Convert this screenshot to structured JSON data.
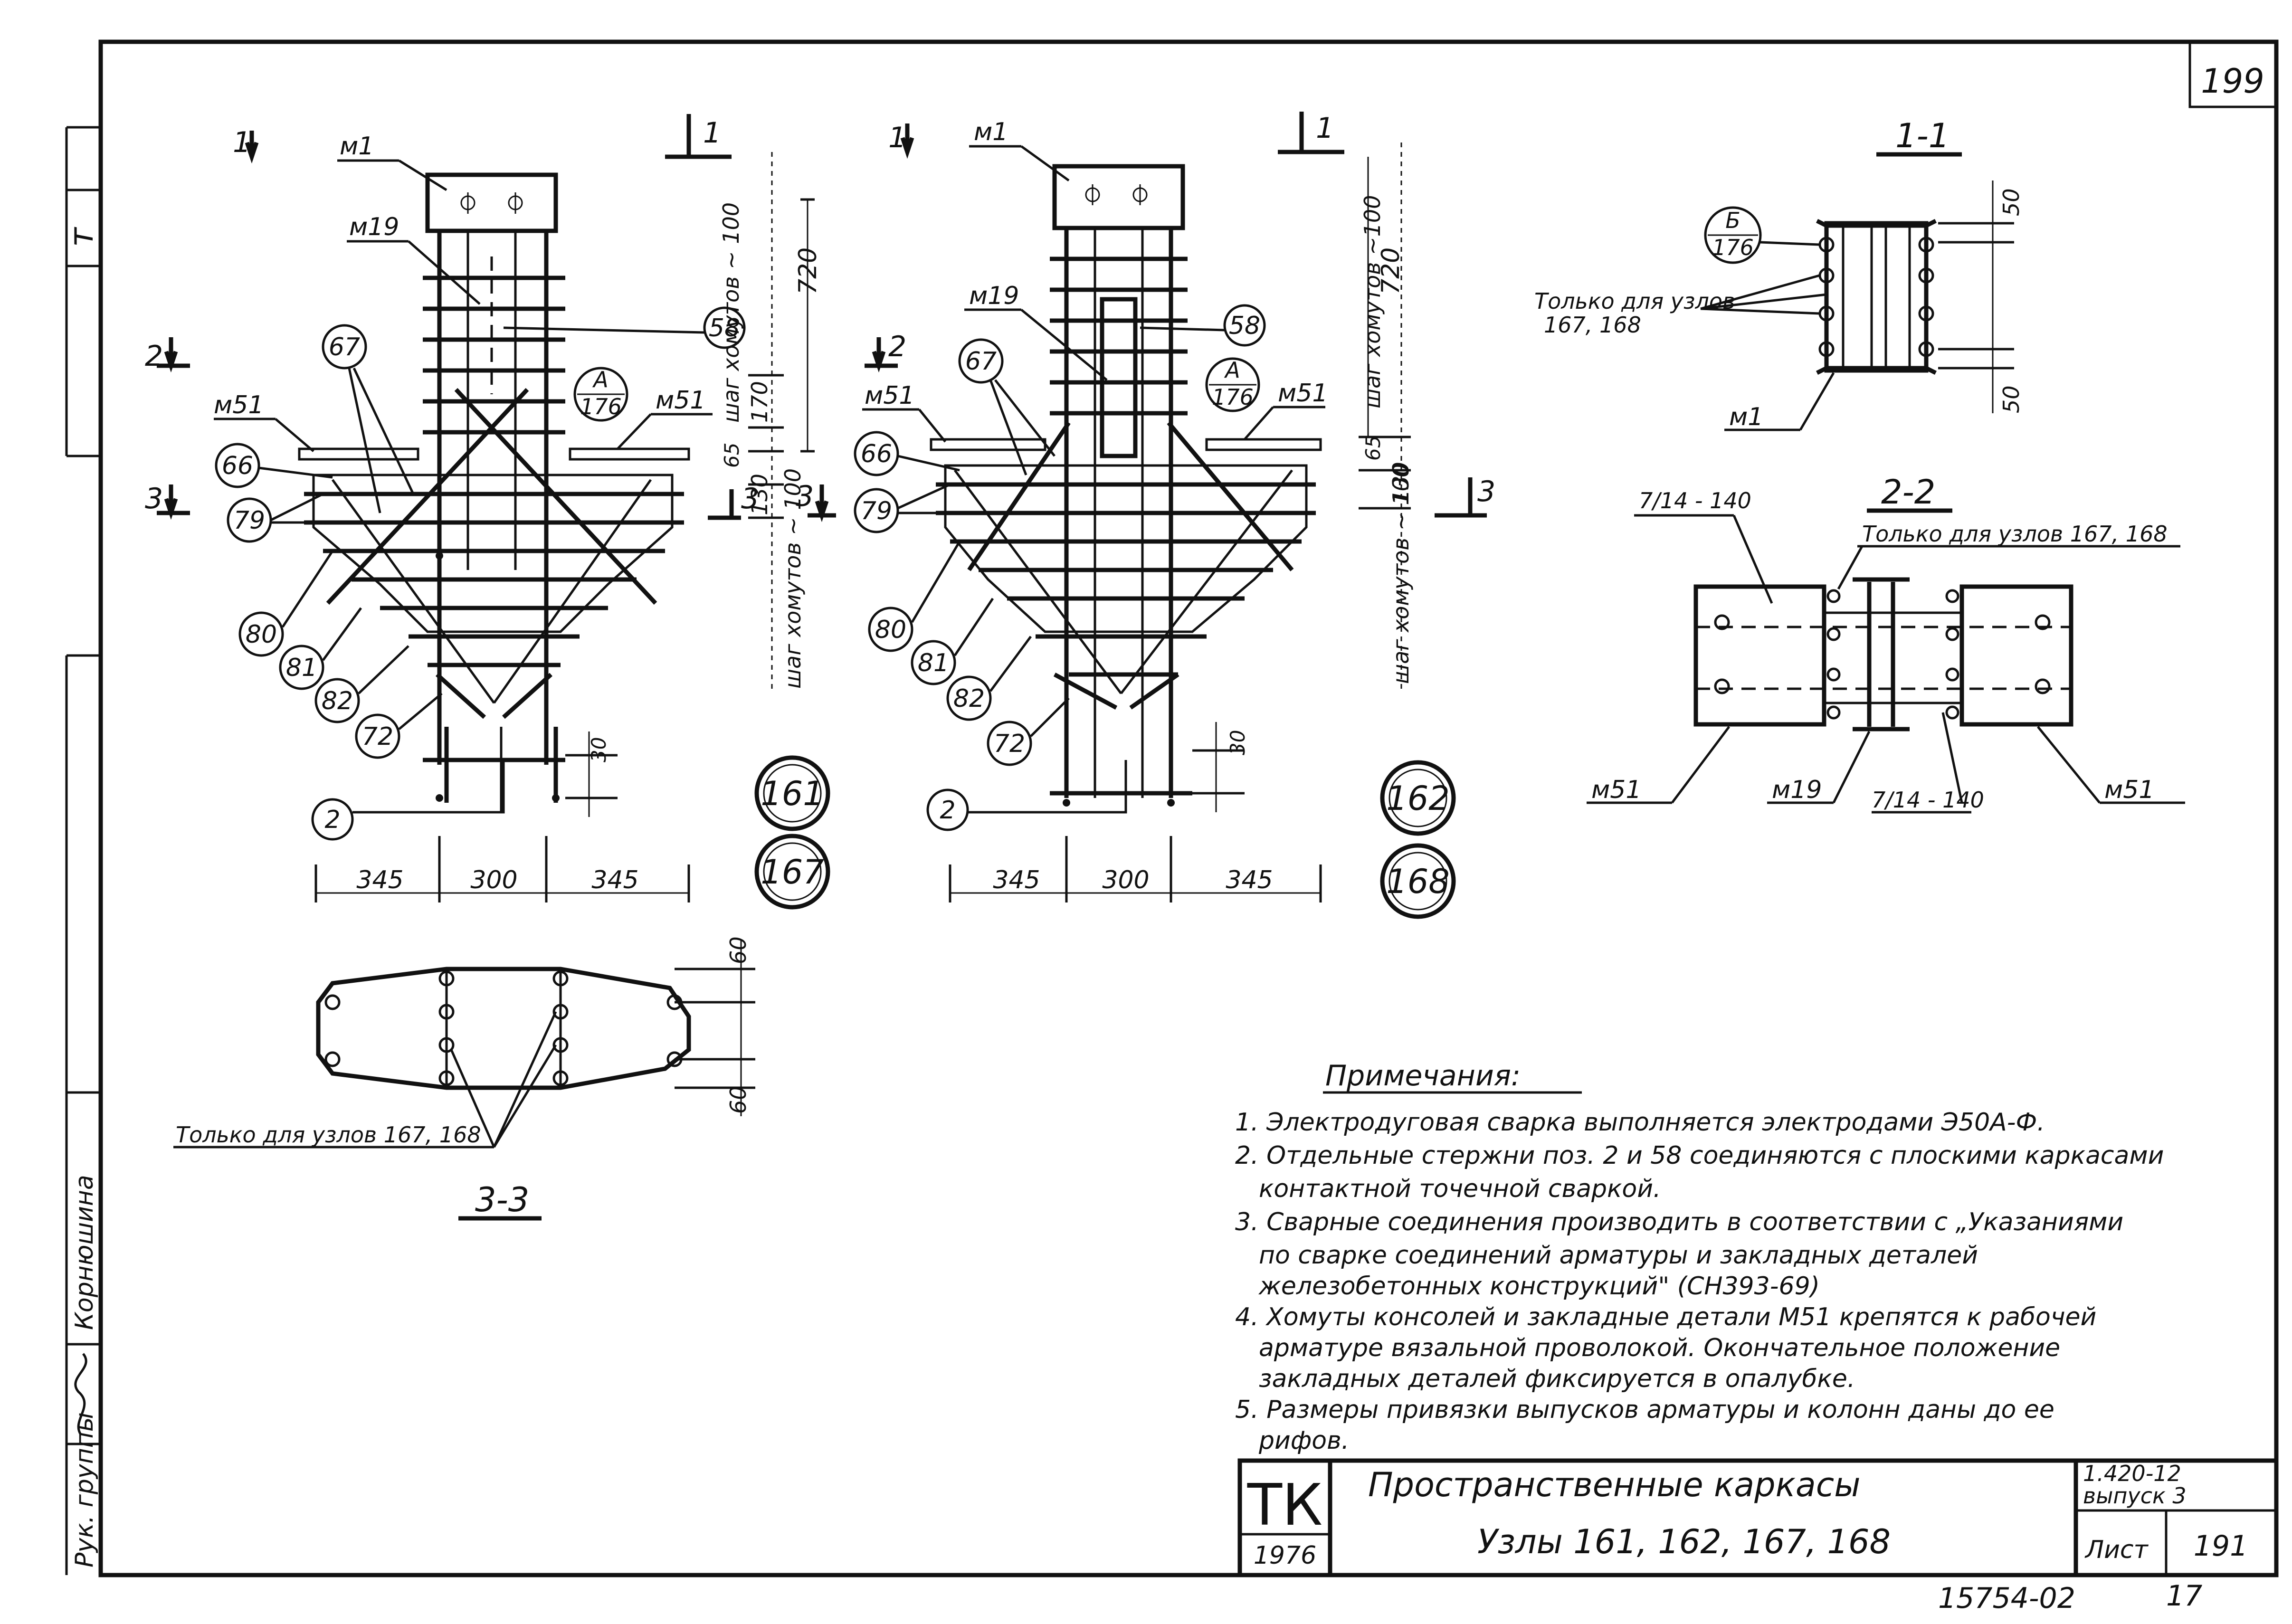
{
  "sheet": {
    "page_no": "199",
    "tk": "ТК",
    "year": "1976",
    "title_line1": "Пространственные каркасы",
    "title_line2": "Узлы 161, 162, 167, 168",
    "series": "1.420-12",
    "issue": "выпуск 3",
    "sheet_label": "Лист",
    "sheet_no": "191",
    "archive_no": "15754-02",
    "archive_sheet": "17"
  },
  "side_stamp": {
    "rows": [
      "Рук. группы",
      "Корнюшина"
    ],
    "mark": "т"
  },
  "left_view": {
    "cut_marks": [
      "1",
      "1",
      "2",
      "3",
      "3"
    ],
    "labels": {
      "m1": "м1",
      "m19": "м19",
      "m51_left": "м51",
      "m51_right": "м51"
    },
    "callouts": [
      "67",
      "58",
      "66",
      "79",
      "80",
      "81",
      "82",
      "72",
      "2"
    ],
    "detail_A": {
      "letter": "А",
      "ref": "176"
    },
    "dims_vertical": [
      "720",
      "170",
      "65",
      "130",
      "30"
    ],
    "pitch_upper": "шаг хомутов ~ 100",
    "pitch_lower": "шаг хомутов ~ 100",
    "dims_bottom": [
      "345",
      "300",
      "345"
    ],
    "node_numbers": [
      "161",
      "167"
    ]
  },
  "right_view": {
    "cut_marks": [
      "1",
      "1",
      "2",
      "3",
      "3"
    ],
    "labels": {
      "m1": "м1",
      "m19": "м19",
      "m51_left": "м51",
      "m51_right": "м51"
    },
    "callouts": [
      "67",
      "58",
      "66",
      "79",
      "80",
      "81",
      "82",
      "72",
      "2"
    ],
    "detail_A": {
      "letter": "А",
      "ref": "176"
    },
    "dims_vertical": [
      "720",
      "65",
      "130",
      "30"
    ],
    "pitch_upper": "шаг хомутов ~100",
    "pitch_lower": "шаг хомутов ~ 100",
    "dims_bottom": [
      "345",
      "300",
      "345"
    ],
    "node_numbers": [
      "162",
      "168"
    ]
  },
  "section_1_1": {
    "title": "1-1",
    "detail_B": {
      "letter": "Б",
      "ref": "176"
    },
    "note": [
      "Только для узлов",
      "167, 168"
    ],
    "label_m1": "м1",
    "dims": [
      "50",
      "50"
    ]
  },
  "section_2_2": {
    "title": "2-2",
    "note": "Только для узлов 167, 168",
    "weld_top": "7/14 - 140",
    "weld_bottom": "7/14 - 140",
    "labels": [
      "м51",
      "м19",
      "м51"
    ]
  },
  "section_3_3": {
    "title": "3-3",
    "note": "Только для узлов 167, 168",
    "dims": [
      "60",
      "60"
    ]
  },
  "notes": {
    "heading": "Примечания:",
    "lines": [
      "1. Электродуговая сварка выполняется электродами Э50А-Ф.",
      "2. Отдельные стержни поз. 2 и 58 соединяются с плоскими каркасами",
      "контактной точечной сваркой.",
      "3. Сварные соединения производить в соответствии с „Указаниями",
      "по сварке соединений арматуры и закладных деталей",
      "железобетонных конструкций\" (СН393-69)",
      "4. Хомуты консолей и закладные детали М51 крепятся к рабочей",
      "арматуре вязальной проволокой. Окончательное положение",
      "закладных деталей фиксируется в опалубке.",
      "5. Размеры привязки выпусков арматуры и колонн даны до ее",
      "рифов."
    ]
  }
}
